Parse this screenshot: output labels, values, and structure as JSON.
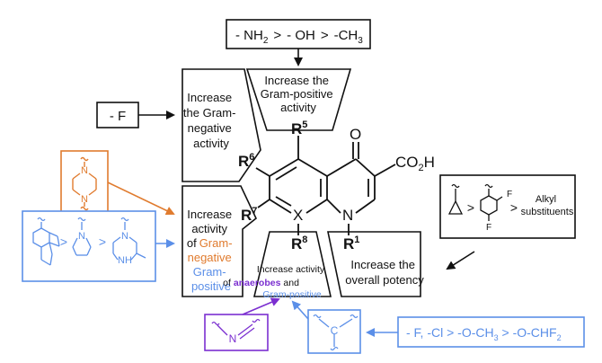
{
  "colors": {
    "black": "#111111",
    "orange": "#e07b2e",
    "blue": "#5b8fe8",
    "purple": "#7b2fd0"
  },
  "top_box": {
    "nh2": "- NH",
    "nh2_sub": "2",
    "gt1": ">",
    "oh": "- OH",
    "gt2": ">",
    "ch3": "-CH",
    "ch3_sub": "3"
  },
  "fluoro_box": {
    "label": "- F"
  },
  "r6_panel": {
    "lines": [
      "Increase",
      "the Gram-",
      "negative",
      "activity"
    ]
  },
  "r5_panel": {
    "lines": [
      "Increase the",
      "Gram-positive",
      "activity"
    ]
  },
  "r7_panel": {
    "line1": "Increase",
    "line2": "activity",
    "of": "of",
    "gram_neg_1": "Gram-",
    "gram_neg_2": "negative",
    "gram_pos_1": "Gram-",
    "gram_pos_2": "positive"
  },
  "r8_panel": {
    "line1": "Increase activity",
    "of": "of",
    "anaerobes": "anaerobes",
    "and": "and",
    "gram_positive": "Gram-positive"
  },
  "r1_panel": {
    "lines": [
      "Increase the",
      "overall potency"
    ]
  },
  "molecule": {
    "o": "O",
    "co2h": "CO",
    "co2h_sub": "2",
    "co2h_h": "H",
    "r5": "R",
    "r5_sup": "5",
    "r6": "R",
    "r6_sup": "6",
    "r7": "R",
    "r7_sup": "7",
    "r8": "R",
    "r8_sup": "8",
    "r1": "R",
    "r1_sup": "1",
    "x": "X",
    "n": "N"
  },
  "pyrrolidine_panel": {
    "gt1": ">",
    "gt2": ">",
    "n1": "N",
    "n2": "N",
    "nh": "H",
    "n3": "N"
  },
  "piperazine": {
    "n_top": "N",
    "n_bot": "N"
  },
  "r1_substituents": {
    "gt1": ">",
    "gt2": ">",
    "f1": "F",
    "f2": "F",
    "alkyl_1": "Alkyl",
    "alkyl_2": "substituents"
  },
  "halogen_box": {
    "text_a": "- F, -Cl > -O-CH",
    "sub1": "3",
    "text_b": " > -O-CHF",
    "sub2": "2"
  },
  "imine": {
    "n": "N"
  },
  "carbon": {
    "c": "C"
  }
}
